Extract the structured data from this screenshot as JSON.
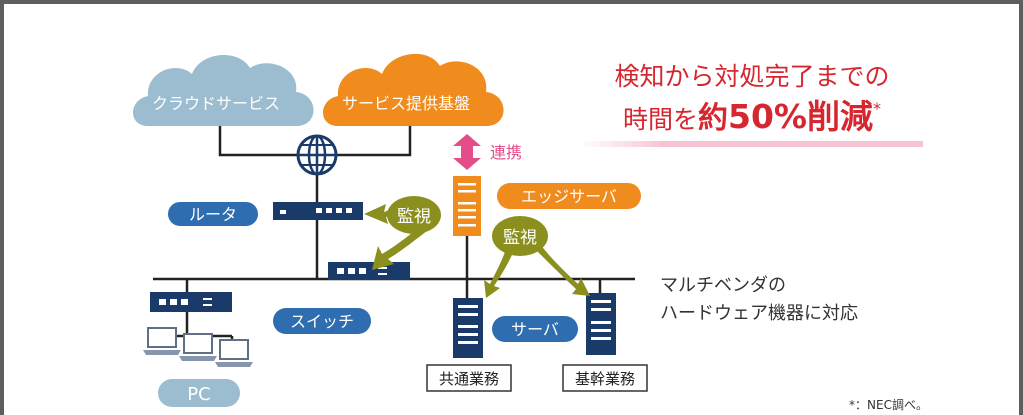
{
  "colors": {
    "cloud_gray": "#9cbdd0",
    "cloud_orange": "#ef8c1d",
    "navy": "#1a3a6a",
    "blue_label": "#2e6db0",
    "olive": "#8a8f1e",
    "pink_arrow": "#e34d8a",
    "headline_red": "#d6262f",
    "line": "#222222"
  },
  "clouds": {
    "cloud_service": "クラウドサービス",
    "service_platform": "サービス提供基盤"
  },
  "headline": {
    "line1": "検知から対処完了までの",
    "line2_prefix": "時間を",
    "line2_big1": "約",
    "line2_big2": "50%削減",
    "line2_mark": "*"
  },
  "labels": {
    "renkei": "連携",
    "edge_server": "エッジサーバ",
    "router": "ルータ",
    "kanshi_left": "監視",
    "kanshi_right": "監視",
    "switch": "スイッチ",
    "server": "サーバ",
    "pc": "PC",
    "common_business": "共通業務",
    "core_business": "基幹業務",
    "multivendor_line1": "マルチベンダの",
    "multivendor_line2": "ハードウェア機器に対応"
  },
  "footnote": "*：NEC調べ。"
}
